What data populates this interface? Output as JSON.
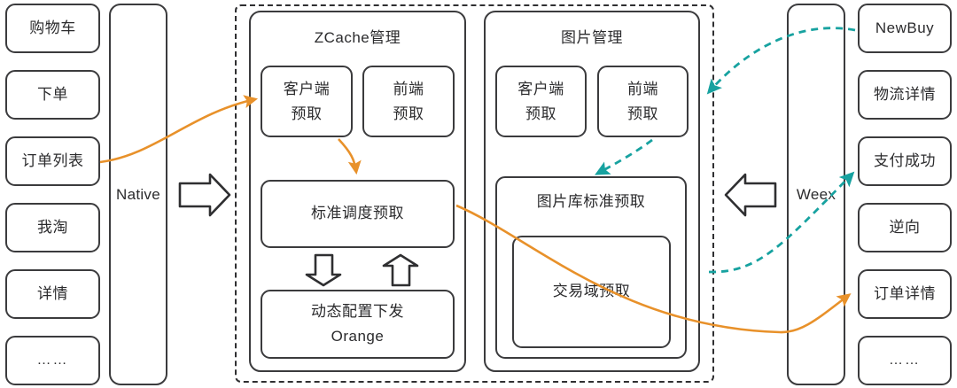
{
  "colors": {
    "stroke": "#3b3b3d",
    "text": "#2b2b2d",
    "orange": "#e8912a",
    "teal": "#17a2a0",
    "background": "#ffffff"
  },
  "left_pages": {
    "label": "native-page-list",
    "items": [
      {
        "label": "购物车"
      },
      {
        "label": "下单"
      },
      {
        "label": "订单列表"
      },
      {
        "label": "我淘"
      },
      {
        "label": "详情"
      },
      {
        "label": "……"
      }
    ]
  },
  "native_lane": {
    "label": "Native"
  },
  "weex_lane": {
    "label": "Weex"
  },
  "right_pages": {
    "label": "weex-page-list",
    "items": [
      {
        "label": "NewBuy"
      },
      {
        "label": "物流详情"
      },
      {
        "label": "支付成功"
      },
      {
        "label": "逆向"
      },
      {
        "label": "订单详情"
      },
      {
        "label": "……"
      }
    ]
  },
  "zcache_panel": {
    "title": "ZCache管理",
    "client_prefetch": {
      "line1": "客户端",
      "line2": "预取"
    },
    "frontend_prefetch": {
      "line1": "前端",
      "line2": "预取"
    },
    "standard_schedule": {
      "label": "标准调度预取"
    },
    "dynamic_config": {
      "line1": "动态配置下发",
      "line2": "Orange"
    }
  },
  "image_panel": {
    "title": "图片管理",
    "client_prefetch": {
      "line1": "客户端",
      "line2": "预取"
    },
    "frontend_prefetch": {
      "line1": "前端",
      "line2": "预取"
    },
    "image_lib_frame": {
      "title": "图片库标准预取"
    },
    "trade_domain": {
      "label": "交易域预取"
    }
  },
  "block_arrows": [
    {
      "name": "native-to-core-arrow",
      "direction": "right"
    },
    {
      "name": "schedule-to-config-arrow",
      "direction": "down"
    },
    {
      "name": "config-to-schedule-arrow",
      "direction": "up"
    },
    {
      "name": "core-to-weex-arrow",
      "direction": "left"
    }
  ],
  "flow_arrows": [
    {
      "name": "orderlist-to-client-prefetch-flow",
      "style": "solid",
      "color": "#e8912a"
    },
    {
      "name": "client-prefetch-to-schedule-flow",
      "style": "solid",
      "color": "#e8912a"
    },
    {
      "name": "schedule-to-order-detail-flow",
      "style": "solid",
      "color": "#e8912a"
    },
    {
      "name": "newbuy-to-frontend-prefetch-flow",
      "style": "dashed",
      "color": "#17a2a0"
    },
    {
      "name": "frontend-prefetch-to-image-lib-flow",
      "style": "dashed",
      "color": "#17a2a0"
    },
    {
      "name": "image-lib-to-pay-success-flow",
      "style": "dashed",
      "color": "#17a2a0"
    }
  ]
}
